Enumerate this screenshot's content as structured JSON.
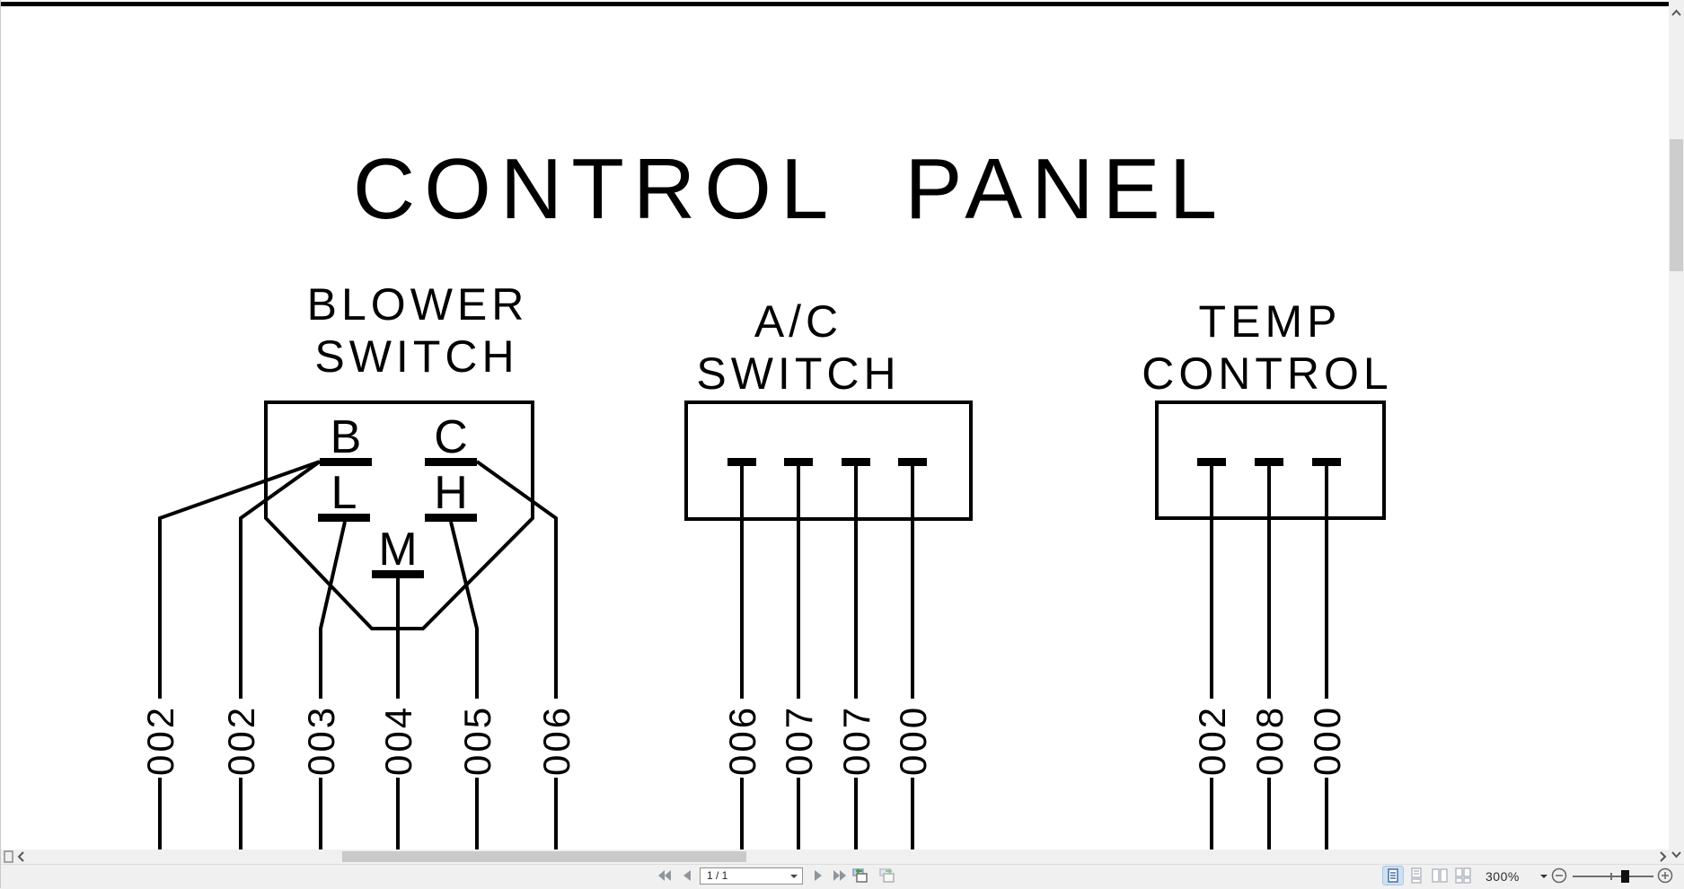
{
  "diagram": {
    "title": "CONTROL PANEL",
    "components": [
      {
        "id": "blower-switch",
        "label_line1": "BLOWER",
        "label_line2": "SWITCH",
        "terminals": [
          "B",
          "C",
          "L",
          "H",
          "M"
        ],
        "wire_labels": [
          "002",
          "002",
          "003",
          "004",
          "005",
          "006"
        ]
      },
      {
        "id": "ac-switch",
        "label_line1": "A/C",
        "label_line2": "SWITCH",
        "wire_labels": [
          "006",
          "007",
          "007",
          "000"
        ]
      },
      {
        "id": "temp-control",
        "label_line1": "TEMP",
        "label_line2": "CONTROL",
        "wire_labels": [
          "002",
          "008",
          "000"
        ]
      }
    ]
  },
  "statusbar": {
    "page_indicator": "1 / 1",
    "zoom_level": "300%"
  }
}
